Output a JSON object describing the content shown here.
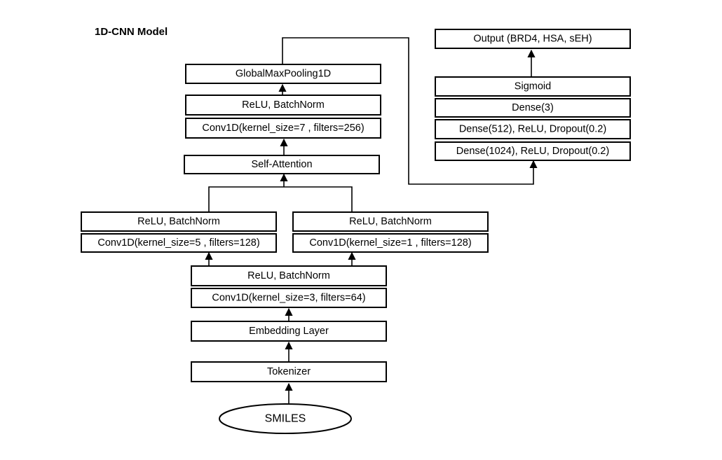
{
  "diagram": {
    "title": "1D-CNN Model",
    "nodes": {
      "smiles": "SMILES",
      "tokenizer": "Tokenizer",
      "embedding": "Embedding Layer",
      "conv3": "Conv1D(kernel_size=3, filters=64)",
      "relu_bn_1": "ReLU, BatchNorm",
      "conv5": "Conv1D(kernel_size=5 , filters=128)",
      "relu_bn_left": "ReLU, BatchNorm",
      "conv1": "Conv1D(kernel_size=1 , filters=128)",
      "relu_bn_right": "ReLU, BatchNorm",
      "self_attention": "Self-Attention",
      "conv7": "Conv1D(kernel_size=7 , filters=256)",
      "relu_bn_top": "ReLU, BatchNorm",
      "global_max_pool": "GlobalMaxPooling1D",
      "dense1024": "Dense(1024), ReLU, Dropout(0.2)",
      "dense512": "Dense(512), ReLU, Dropout(0.2)",
      "dense3": "Dense(3)",
      "sigmoid": "Sigmoid",
      "output": "Output (BRD4, HSA, sEH)"
    }
  }
}
